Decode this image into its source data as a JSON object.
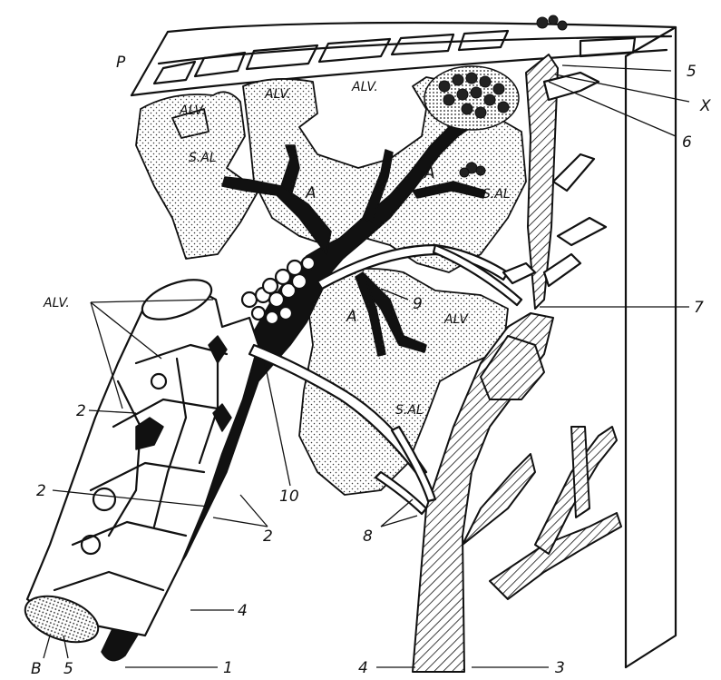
{
  "labels": {
    "P": "P",
    "ALV_1": "ALV.",
    "ALV_2": "ALV.",
    "ALV_3": "ALV.",
    "ALV_left": "ALV.",
    "ALV_right": "ALV",
    "SAL_1": "S.AL",
    "SAL_2": "S.AL",
    "SAL_3": "S.AL",
    "A_1": "A",
    "A_2": "A",
    "A_3": "A",
    "n5_top": "5",
    "X": "X",
    "n6": "6",
    "n7": "7",
    "n9": "9",
    "n2_a": "2",
    "n2_b": "2",
    "n2_c": "2",
    "n10": "10",
    "n8": "8",
    "n4_left": "4",
    "n4_bottom": "4",
    "n1": "1",
    "n3": "3",
    "B": "B",
    "n5_bottom": "5"
  }
}
